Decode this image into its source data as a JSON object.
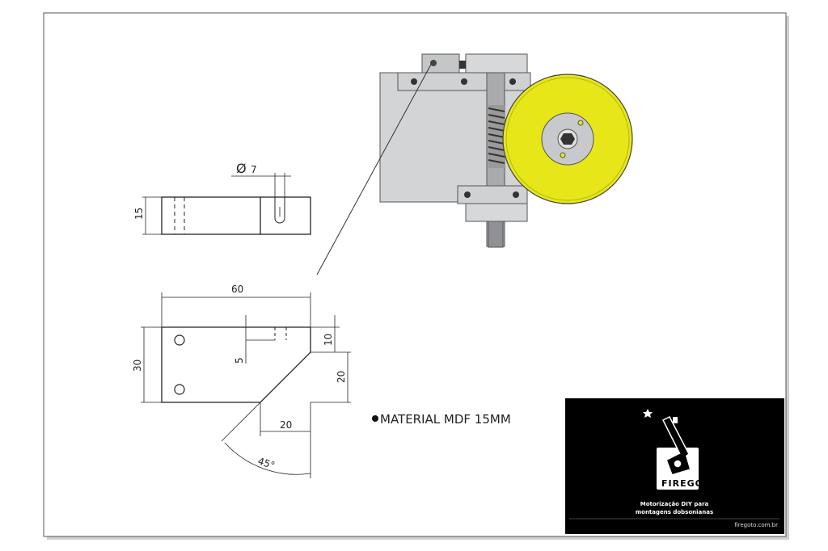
{
  "drawing": {
    "top_view": {
      "dim_hole_symbol": "Ø",
      "dim_hole_value": "7",
      "dim_height": "15"
    },
    "front_view": {
      "dim_width": "60",
      "dim_height": "30",
      "dim_slot_depth": "5",
      "dim_top_step": "10",
      "dim_right_height": "20",
      "dim_bottom_offset": "20",
      "dim_angle": "45°"
    },
    "material_note": "MATERIAL MDF 15MM",
    "colors": {
      "gear_yellow": "#e6e619",
      "plate_gray": "#d2d4d6",
      "panel_black": "#000000"
    }
  },
  "brand": {
    "name": "FIREGOTO",
    "caption_line1": "Motorização DIY para",
    "caption_line2": "montagens dobsonianas",
    "site": "firegoto.com.br"
  }
}
